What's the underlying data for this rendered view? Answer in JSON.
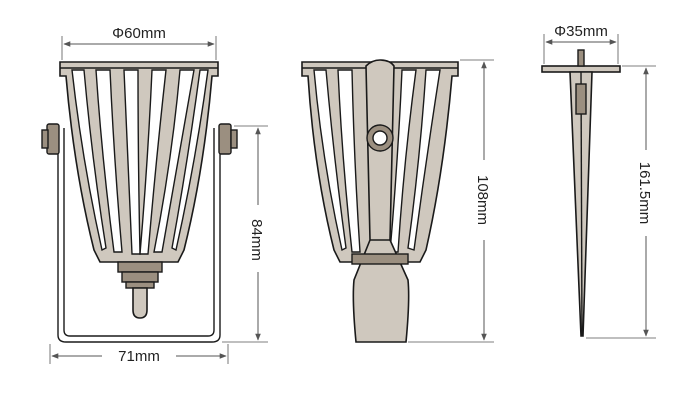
{
  "views": {
    "front": {
      "top_diameter": "Φ60mm",
      "bracket_width": "71mm",
      "height": "84mm"
    },
    "side": {
      "height": "108mm"
    },
    "spike": {
      "diameter": "Φ35mm",
      "length": "161.5mm"
    }
  },
  "colors": {
    "body": "#cfc8be",
    "outline": "#1a1a1a",
    "dimension": "#555555"
  }
}
